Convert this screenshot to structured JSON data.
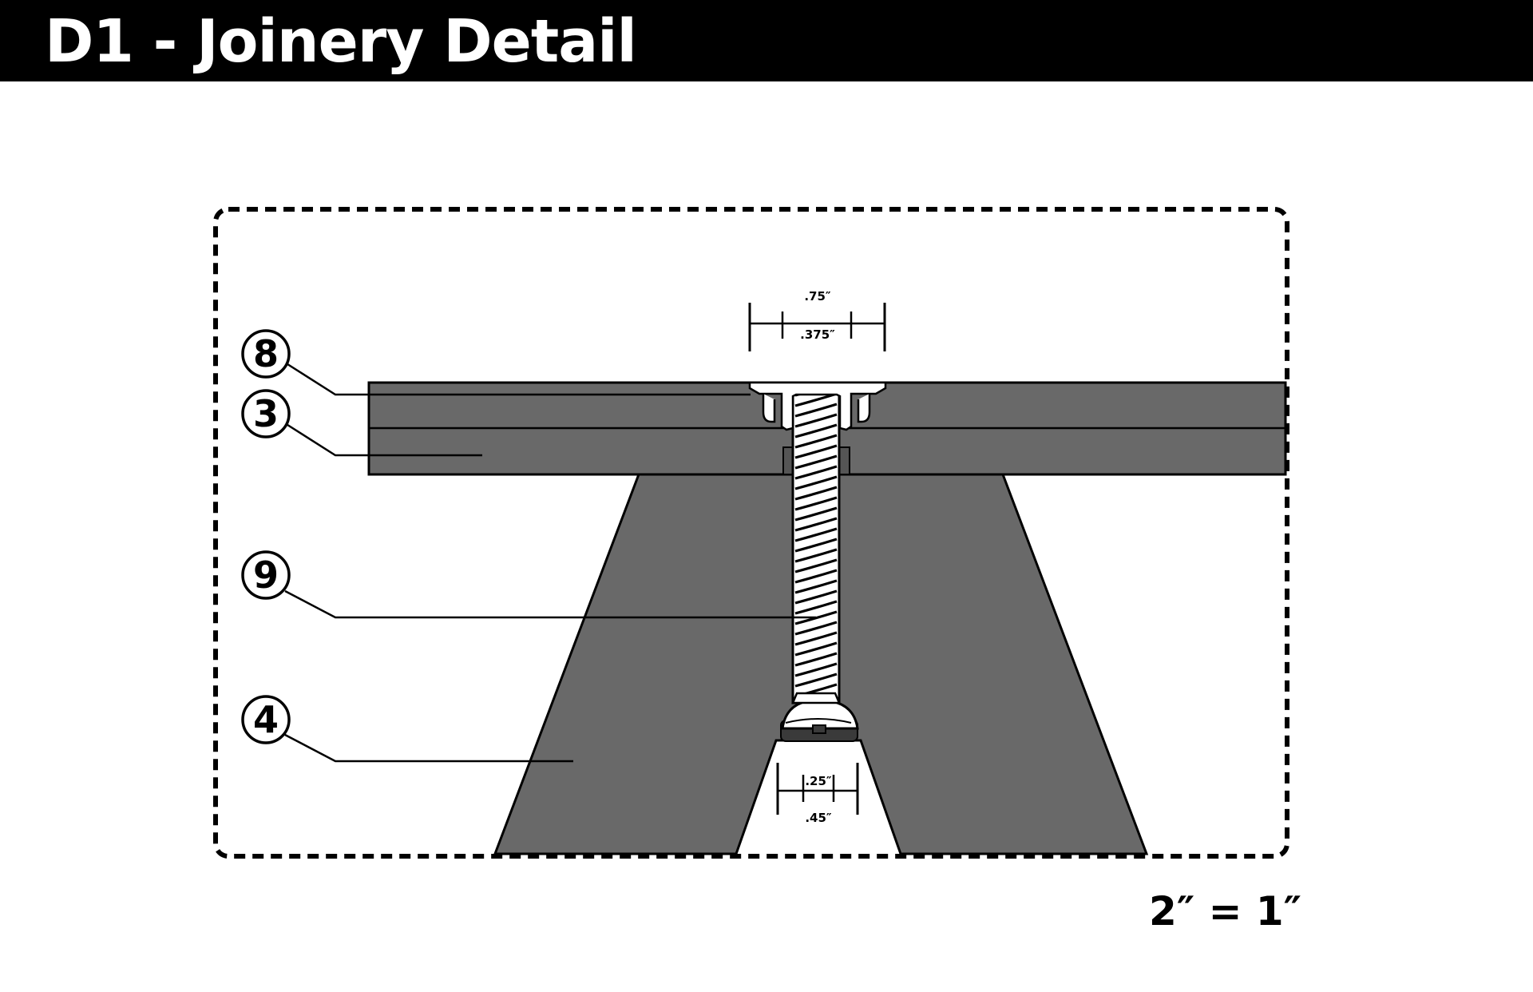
{
  "title": "D1 - Joinery Detail",
  "scale": "2″ = 1″",
  "callouts": [
    "8",
    "3",
    "9",
    "4"
  ],
  "dimensions": {
    "top_outer": ".75″",
    "top_inner": ".375″",
    "bottom_inner": ".25″",
    "bottom_outer": ".45″"
  },
  "colors": {
    "wood": "#696969",
    "line": "#000000",
    "title_bar": "#000000",
    "title_text": "#ffffff",
    "hardware": "#ffffff"
  }
}
